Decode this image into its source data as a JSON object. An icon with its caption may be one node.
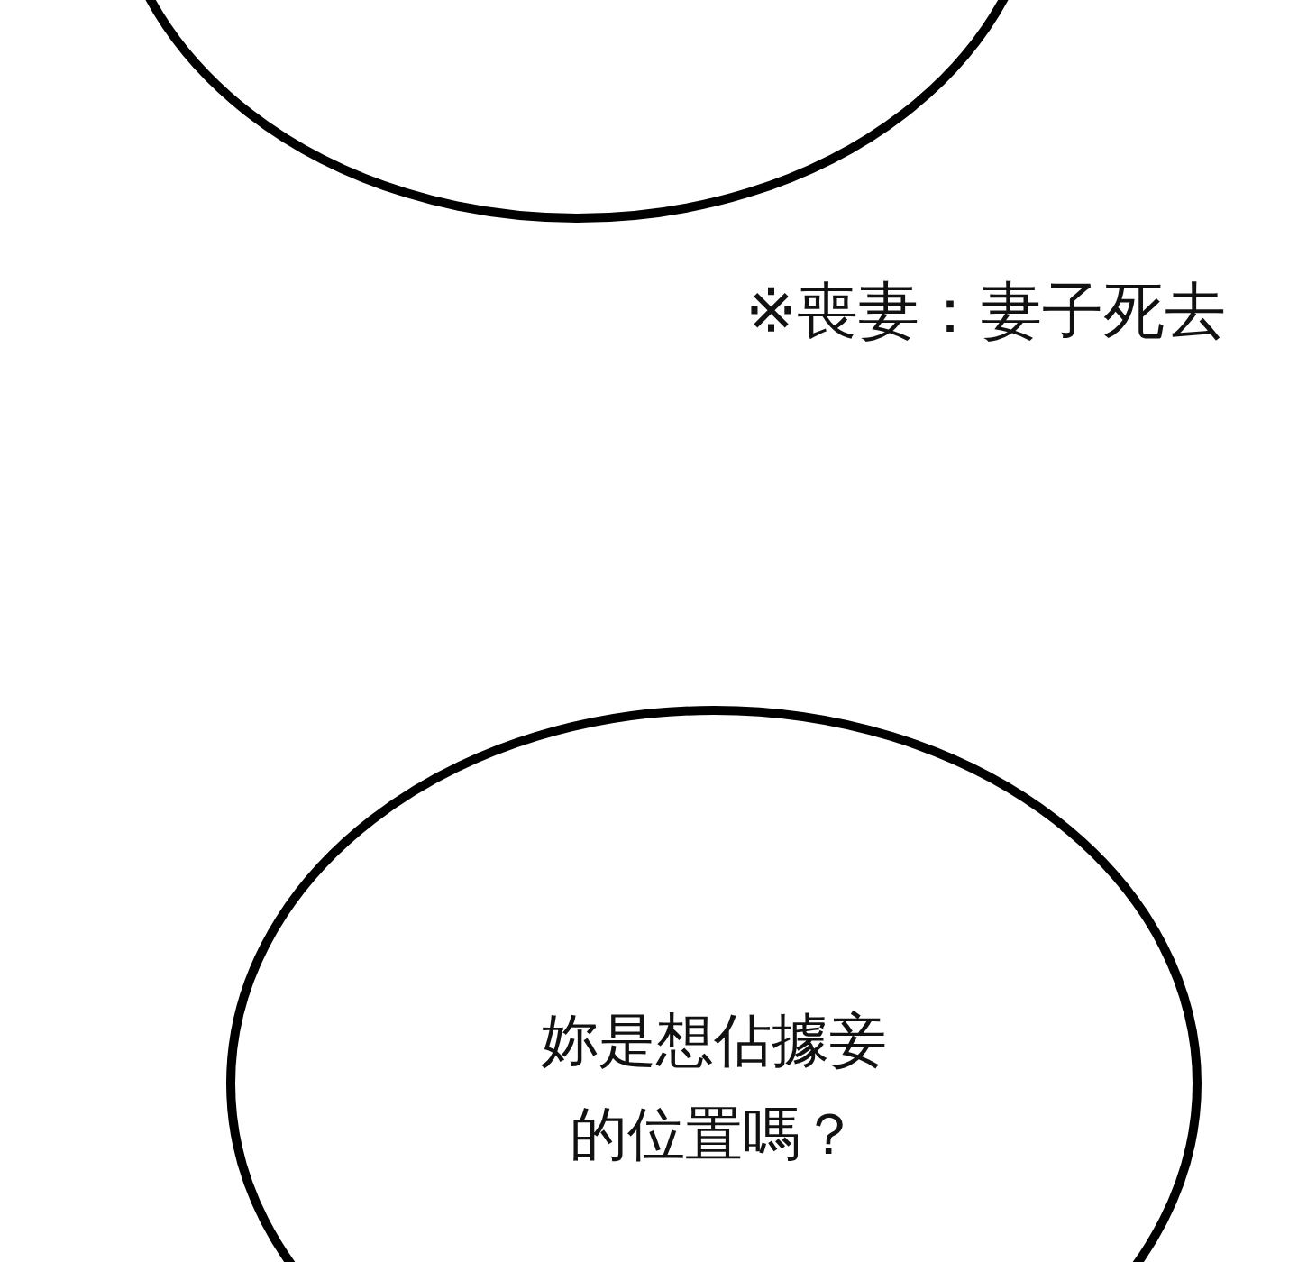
{
  "diagram": {
    "nodes": [
      {
        "text": [],
        "shape": "circle"
      },
      {
        "text": [
          "妳是想佔據妾的位置嗎？"
        ]
      }
    ],
    "labels": [
      "※喪妻：妻子死去"
    ]
  }
}
